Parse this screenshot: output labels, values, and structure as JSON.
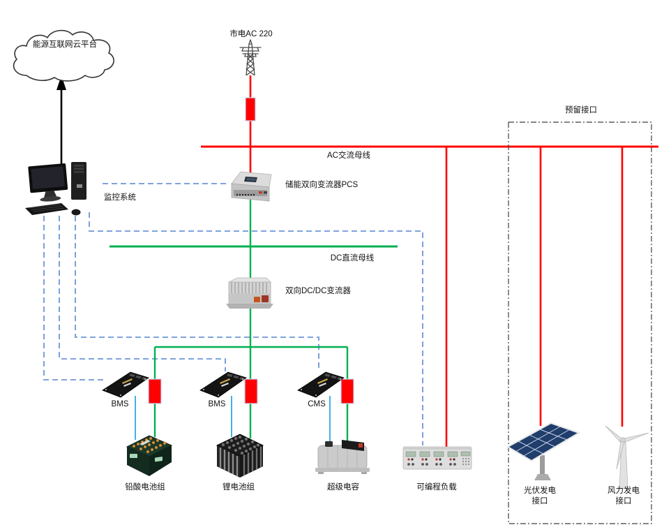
{
  "nodes": {
    "cloud": {
      "label": "能源互联网云平台"
    },
    "grid_power": {
      "label": "市电AC 220"
    },
    "ac_bus": {
      "label": "AC交流母线"
    },
    "pcs": {
      "label": "储能双向变流器PCS"
    },
    "monitor": {
      "label": "监控系统"
    },
    "dc_bus": {
      "label": "DC直流母线"
    },
    "dcdc_converter": {
      "label": "双向DC/DC变流器"
    },
    "bms1": {
      "label": "BMS"
    },
    "bms2": {
      "label": "BMS"
    },
    "cms": {
      "label": "CMS"
    },
    "lead_acid_battery": {
      "label": "铅酸电池组"
    },
    "lithium_battery": {
      "label": "锂电池组"
    },
    "supercapacitor": {
      "label": "超级电容"
    },
    "programmable_load": {
      "label": "可编程负载"
    },
    "reserved_interface": {
      "label": "预留接口"
    },
    "pv_interface": {
      "label_line1": "光伏发电",
      "label_line2": "接口"
    },
    "wind_interface": {
      "label_line1": "风力发电",
      "label_line2": "接口"
    }
  },
  "colors": {
    "ac_line": "#FF0000",
    "dc_line": "#00B050",
    "comm_line": "#6C96D6",
    "sensor_line": "#2FA8E1",
    "breaker_fill": "#FF0000",
    "arrow": "#000000"
  }
}
